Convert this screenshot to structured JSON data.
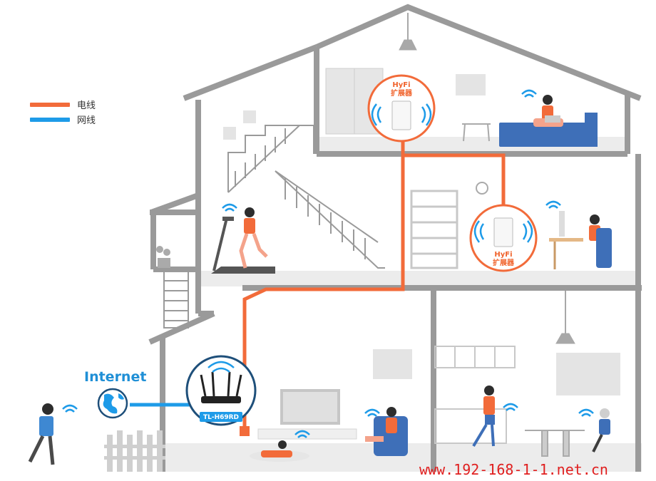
{
  "legend": {
    "power_line": {
      "label": "电线",
      "color": "#f26b3a"
    },
    "network_line": {
      "label": "网线",
      "color": "#1e9be8"
    }
  },
  "internet": {
    "label": "Internet",
    "icon": "globe-icon"
  },
  "router": {
    "model": "TL-H69RD"
  },
  "extender_top": {
    "line1": "HyFi",
    "line2": "扩展器"
  },
  "extender_mid": {
    "line1": "HyFi",
    "line2": "扩展器"
  },
  "watermark": "www.192-168-1-1.net.cn",
  "colors": {
    "house_outline": "#9a9a9a",
    "floor": "#e9e9e9",
    "accent_orange": "#f26b3a",
    "accent_blue": "#1e9be8",
    "sofa_blue": "#3e6fb8"
  }
}
